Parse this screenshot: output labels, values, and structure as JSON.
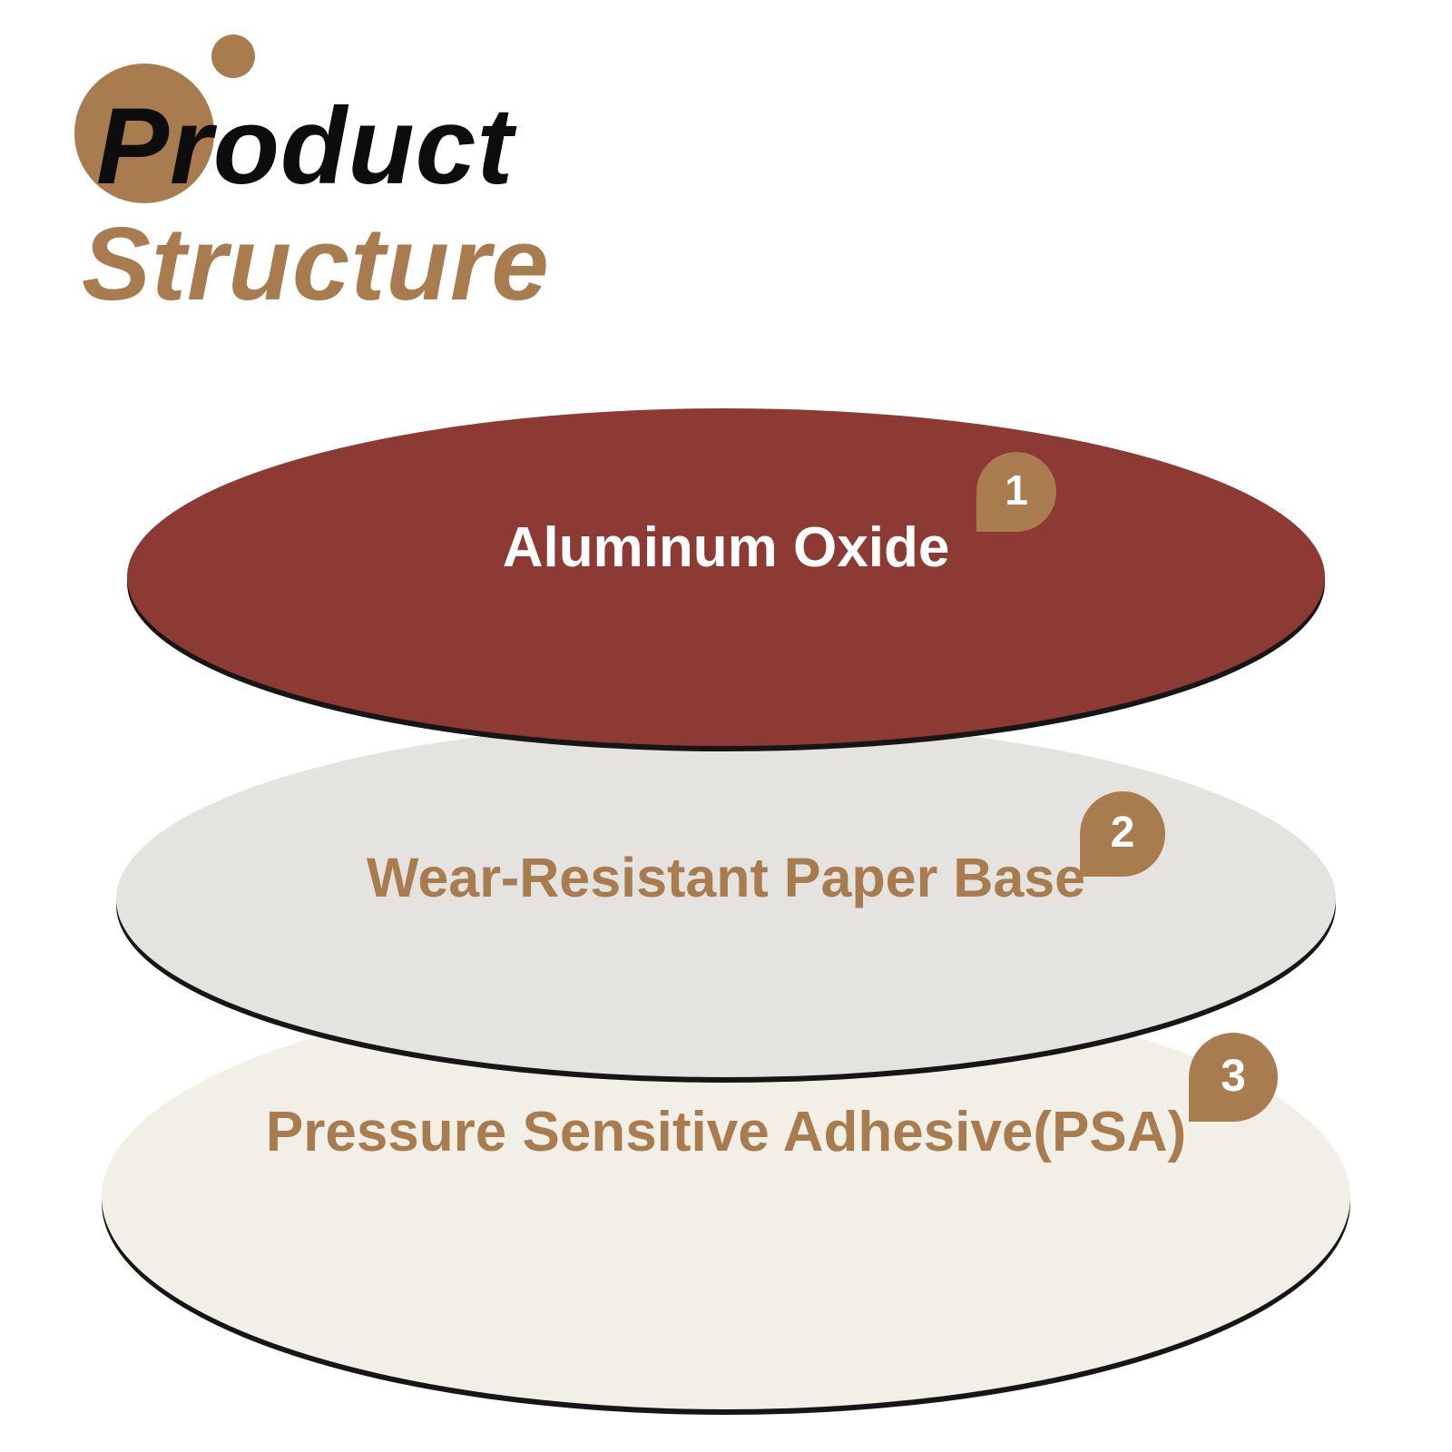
{
  "title": {
    "line1": "Product",
    "line2": "Structure"
  },
  "layers": [
    {
      "number": "1",
      "label": "Aluminum Oxide",
      "fill": "#8c3a33",
      "text_color": "#ffffff"
    },
    {
      "number": "2",
      "label": "Wear-Resistant Paper Base",
      "fill": "#e4e3e0",
      "text_color": "#a87c4f"
    },
    {
      "number": "3",
      "label": "Pressure Sensitive Adhesive(PSA)",
      "fill": "#f2efe6",
      "text_color": "#a87c4f"
    }
  ],
  "colors": {
    "accent_brown": "#a87c4f",
    "title_black": "#0d0d0d",
    "badge_text": "#ffffff",
    "background": "#ffffff"
  }
}
